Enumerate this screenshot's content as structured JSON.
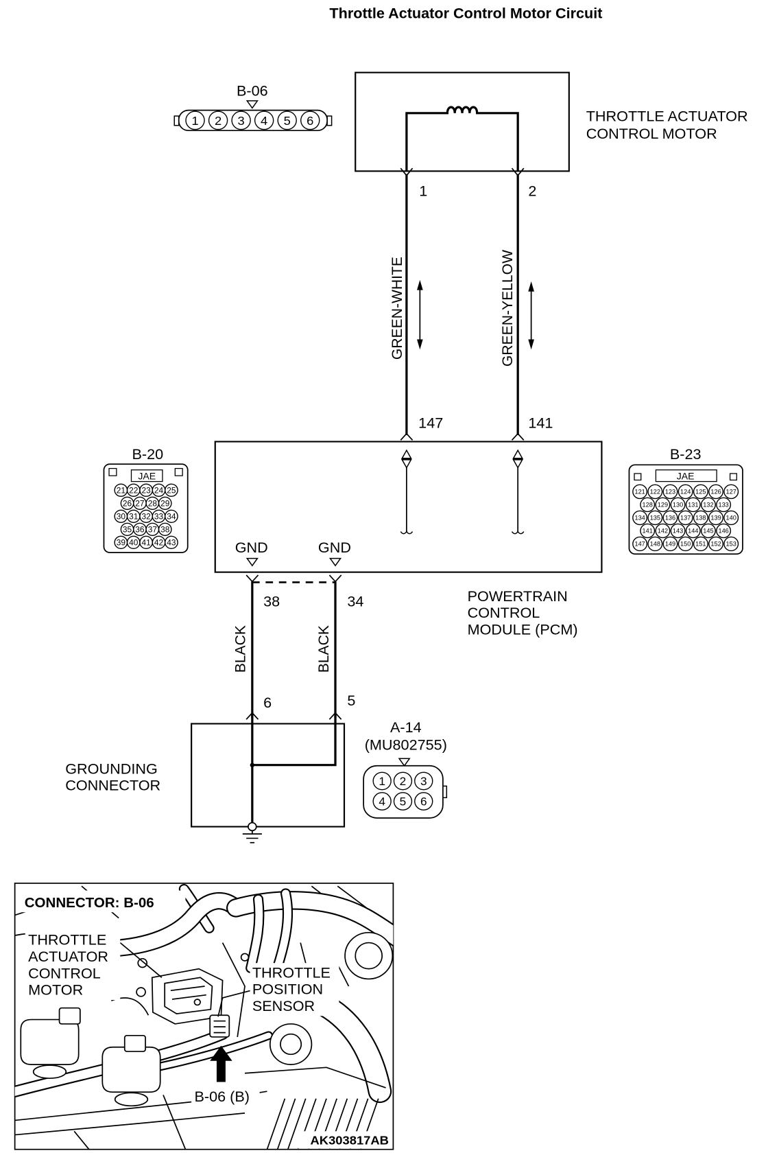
{
  "title": "Throttle Actuator Control Motor Circuit",
  "components": {
    "motor": {
      "lines": [
        "THROTTLE ACTUATOR",
        "CONTROL MOTOR"
      ],
      "pin_a": "1",
      "pin_b": "2"
    },
    "pcm": {
      "lines": [
        "POWERTRAIN",
        "CONTROL",
        "MODULE (PCM)"
      ],
      "pin_a": "147",
      "pin_b": "141",
      "gnd_a_label": "GND",
      "gnd_b_label": "GND",
      "gnd_a_pin": "38",
      "gnd_b_pin": "34"
    },
    "ground": {
      "lines": [
        "GROUNDING",
        "CONNECTOR"
      ],
      "pin_a": "6",
      "pin_b": "5"
    }
  },
  "wires": {
    "motor_a": "GREEN-WHITE",
    "motor_b": "GREEN-YELLOW",
    "ground_a": "BLACK",
    "ground_b": "BLACK"
  },
  "connectors": {
    "b06": {
      "label": "B-06",
      "rows": [
        [
          "1",
          "2",
          "3",
          "4",
          "5",
          "6"
        ]
      ]
    },
    "a14": {
      "label": "A-14",
      "part": "(MU802755)",
      "rows": [
        [
          "1",
          "2",
          "3"
        ],
        [
          "4",
          "5",
          "6"
        ]
      ]
    },
    "b20": {
      "label": "B-20",
      "maker": "JAE",
      "rows": [
        [
          "21",
          "22",
          "23",
          "24",
          "25"
        ],
        [
          "26",
          "27",
          "28",
          "29"
        ],
        [
          "30",
          "31",
          "32",
          "33",
          "34"
        ],
        [
          "35",
          "36",
          "37",
          "38"
        ],
        [
          "39",
          "40",
          "41",
          "42",
          "43"
        ]
      ]
    },
    "b23": {
      "label": "B-23",
      "maker": "JAE",
      "rows": [
        [
          "121",
          "122",
          "123",
          "124",
          "125",
          "126",
          "127"
        ],
        [
          "128",
          "129",
          "130",
          "131",
          "132",
          "133"
        ],
        [
          "134",
          "135",
          "136",
          "137",
          "138",
          "139",
          "140"
        ],
        [
          "141",
          "142",
          "143",
          "144",
          "145",
          "146"
        ],
        [
          "147",
          "148",
          "149",
          "150",
          "151",
          "152",
          "153"
        ]
      ]
    }
  },
  "photo": {
    "heading": "CONNECTOR: B-06",
    "motor_lines": [
      "THROTTLE",
      "ACTUATOR",
      "CONTROL",
      "MOTOR"
    ],
    "sensor_lines": [
      "THROTTLE",
      "POSITION",
      "SENSOR"
    ],
    "callout": "B-06 (B)",
    "figure_id": "AK303817AB"
  }
}
